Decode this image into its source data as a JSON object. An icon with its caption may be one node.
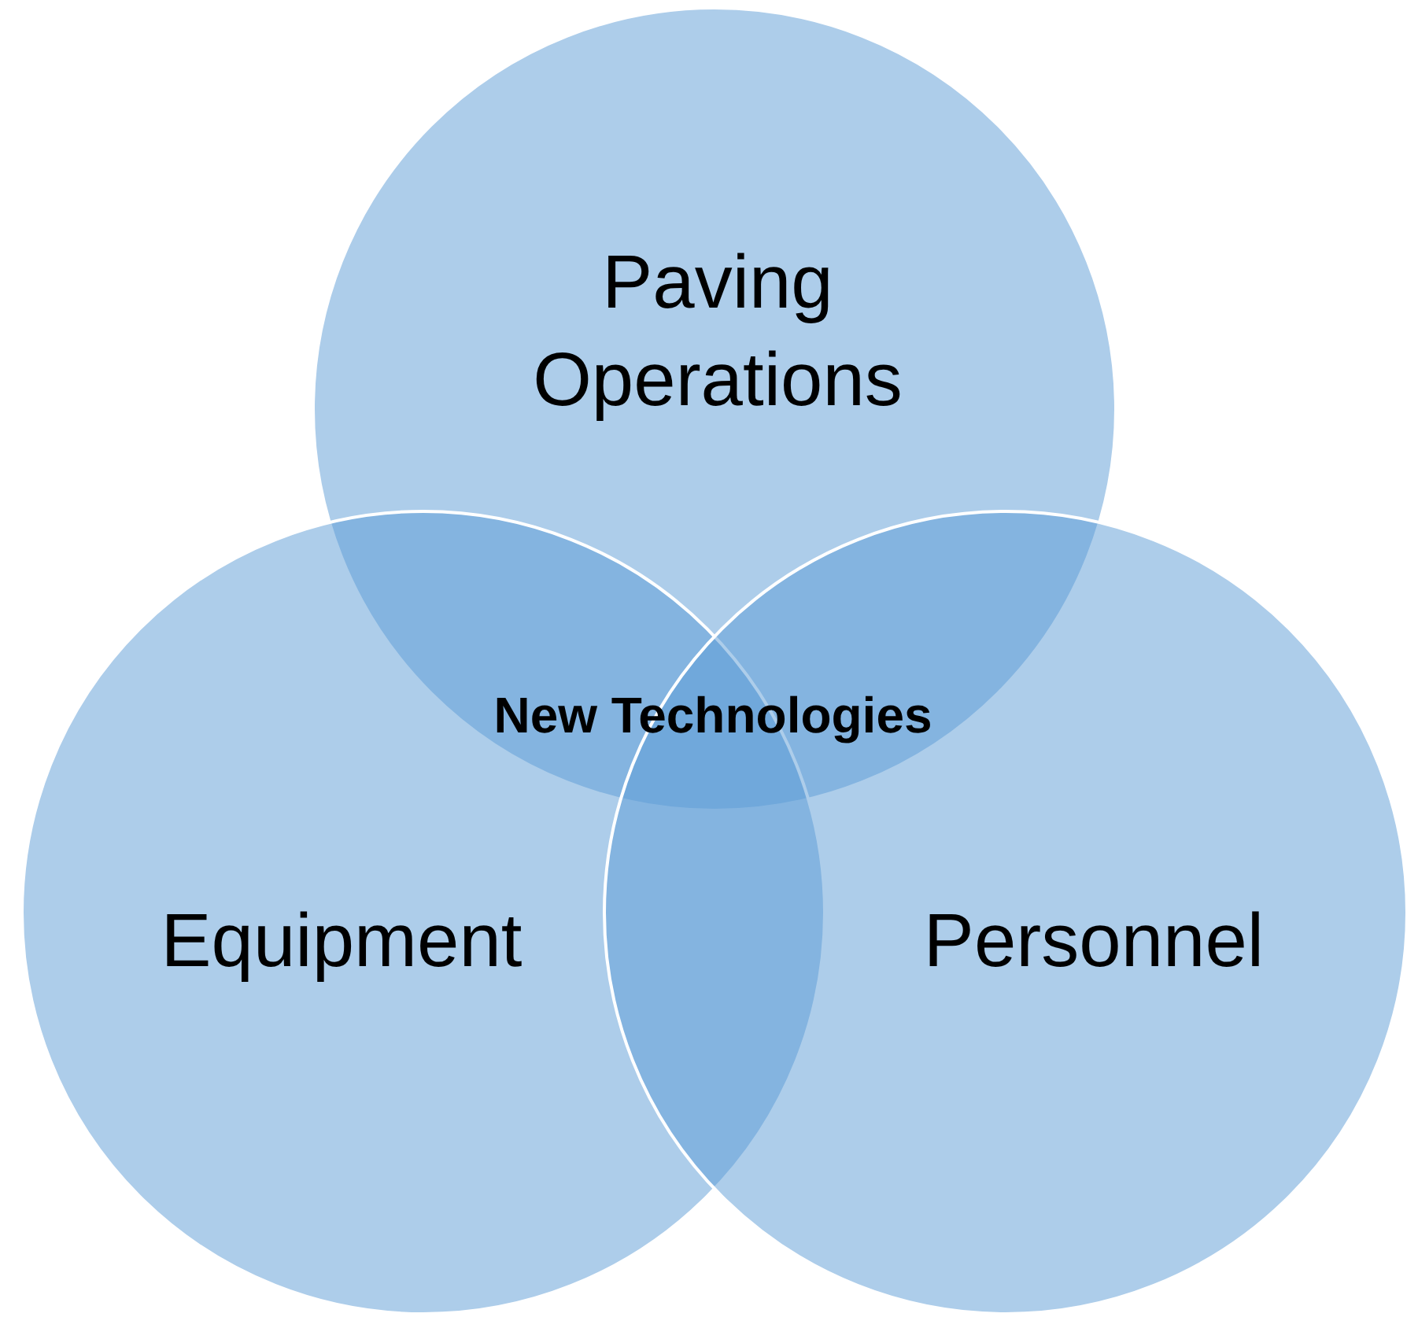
{
  "diagram": {
    "nodes": [
      {
        "text": [
          "Paving Operations"
        ]
      },
      {
        "text": [
          "Equipment"
        ]
      },
      {
        "text": [
          "Personnel"
        ]
      }
    ],
    "labels": [
      "New Technologies"
    ]
  }
}
